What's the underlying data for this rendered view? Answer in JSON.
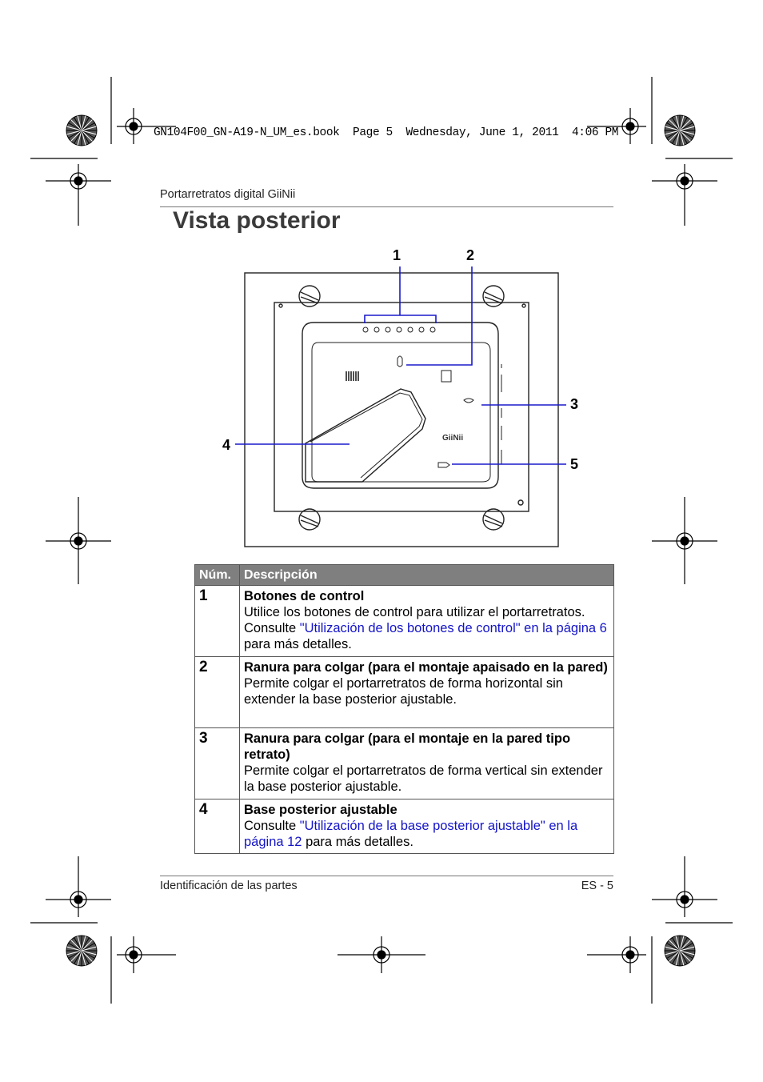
{
  "slug": "GN104F00_GN-A19-N_UM_es.book  Page 5  Wednesday, June 1, 2011  4:06 PM",
  "running_head": "Portarretratos digital GiiNii",
  "title": "Vista posterior",
  "figure": {
    "callouts": [
      "1",
      "2",
      "3",
      "4",
      "5"
    ],
    "brand_label": "GiiNii"
  },
  "table": {
    "headers": [
      "Núm.",
      "Descripción"
    ],
    "rows": [
      {
        "num": "1",
        "title": "Botones de control",
        "text_before": "Utilice los botones de control para utilizar el portarretratos. Consulte ",
        "link": "\"Utilización de los botones de control\" en la página 6",
        "text_after": " para más detalles."
      },
      {
        "num": "2",
        "title": "Ranura para colgar (para el montaje apaisado en la pared)",
        "text_before": "Permite colgar el portarretratos de forma horizontal sin extender la base posterior ajustable.",
        "link": "",
        "text_after": ""
      },
      {
        "num": "3",
        "title": "Ranura para colgar (para el montaje en la pared tipo retrato)",
        "text_before": "Permite colgar el portarretratos de forma vertical sin extender la base posterior ajustable.",
        "link": "",
        "text_after": ""
      },
      {
        "num": "4",
        "title": "Base posterior ajustable",
        "text_before": "Consulte ",
        "link": "\"Utilización de la base posterior ajustable\" en la página 12",
        "text_after": " para más detalles."
      }
    ]
  },
  "footer": {
    "left": "Identificación de las partes",
    "right": "ES - 5"
  },
  "colors": {
    "link": "#1414c8",
    "header_bg": "#7f7f7f",
    "callout_line": "#1a1acc",
    "title": "#3a3a3a"
  }
}
